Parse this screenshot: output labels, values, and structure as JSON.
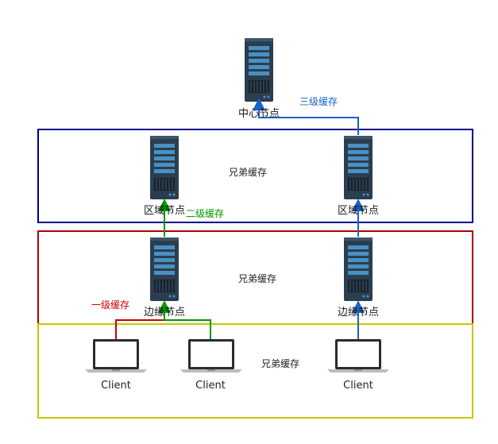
{
  "nodes": {
    "center": "中心节点",
    "region_left": "区域节点",
    "region_right": "区域节点",
    "edge_left": "边缘节点",
    "edge_right": "边缘节点"
  },
  "clients": [
    "Client",
    "Client",
    "Client"
  ],
  "cache_labels": {
    "level1": "一级缓存",
    "level2": "二级缓存",
    "level3": "三级缓存"
  },
  "sibling_labels": {
    "region": "兄弟缓存",
    "edge": "兄弟缓存",
    "client": "兄弟缓存"
  },
  "colors": {
    "region_box": "#00008b",
    "edge_box": "#b00000",
    "client_box": "#c8c800",
    "level1": "#cc0000",
    "level2": "#009900",
    "level3": "#1a64c8"
  }
}
